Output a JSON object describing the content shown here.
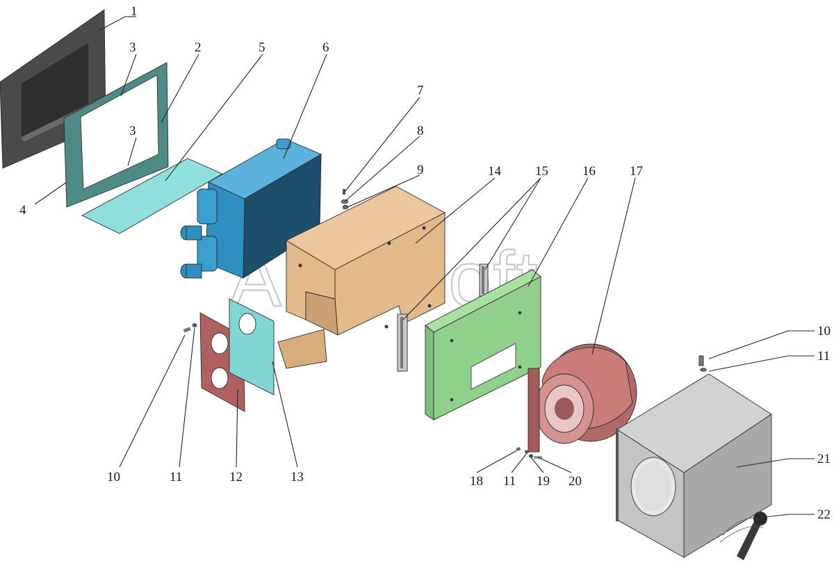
{
  "watermark": "AutoSoft",
  "callouts": [
    "1",
    "2",
    "3",
    "3",
    "4",
    "5",
    "6",
    "7",
    "8",
    "9",
    "14",
    "15",
    "16",
    "17",
    "10",
    "11",
    "10",
    "11",
    "12",
    "13",
    "18",
    "11",
    "19",
    "20",
    "21",
    "22"
  ],
  "colors": {
    "panel_dark": "#4a4a4a",
    "gasket_teal": "#4e8a86",
    "sheet_cyan": "#8fe0dc",
    "radiator_blue": "#2f8fc0",
    "housing_tan": "#e2b98a",
    "plate_green": "#8fd08a",
    "fan_red": "#c97c7a",
    "flange_red": "#b06060",
    "gasket_cyan": "#7fd6d2",
    "cover_grey": "#b9b9b9"
  }
}
